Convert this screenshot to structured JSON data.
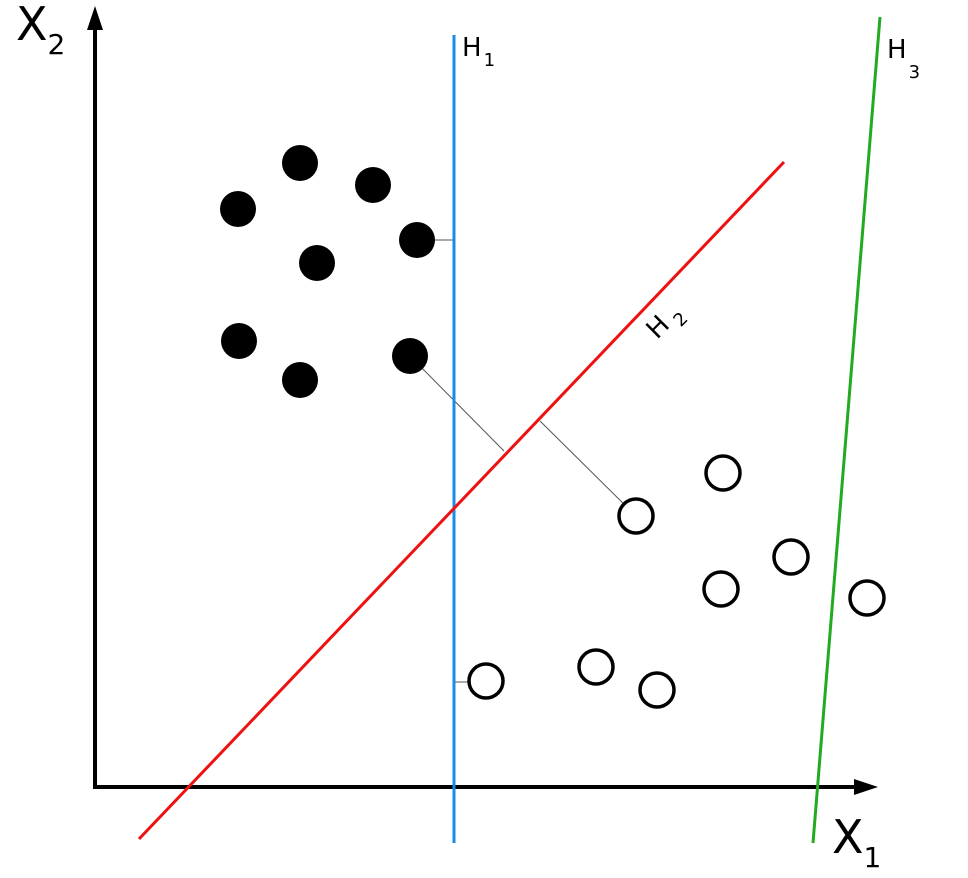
{
  "axes": {
    "x": {
      "letter": "X",
      "subscript": "1"
    },
    "y": {
      "letter": "X",
      "subscript": "2"
    }
  },
  "hyperplanes": [
    {
      "id": "H1",
      "letter": "H",
      "subscript": "1",
      "color": "#1a8ce6"
    },
    {
      "id": "H2",
      "letter": "H",
      "subscript": "2",
      "color": "#ee1111"
    },
    {
      "id": "H3",
      "letter": "H",
      "subscript": "3",
      "color": "#22aa22"
    }
  ],
  "classes": {
    "filled": {
      "fill": "#000000"
    },
    "hollow": {
      "fill": "#ffffff",
      "stroke": "#000000"
    }
  }
}
